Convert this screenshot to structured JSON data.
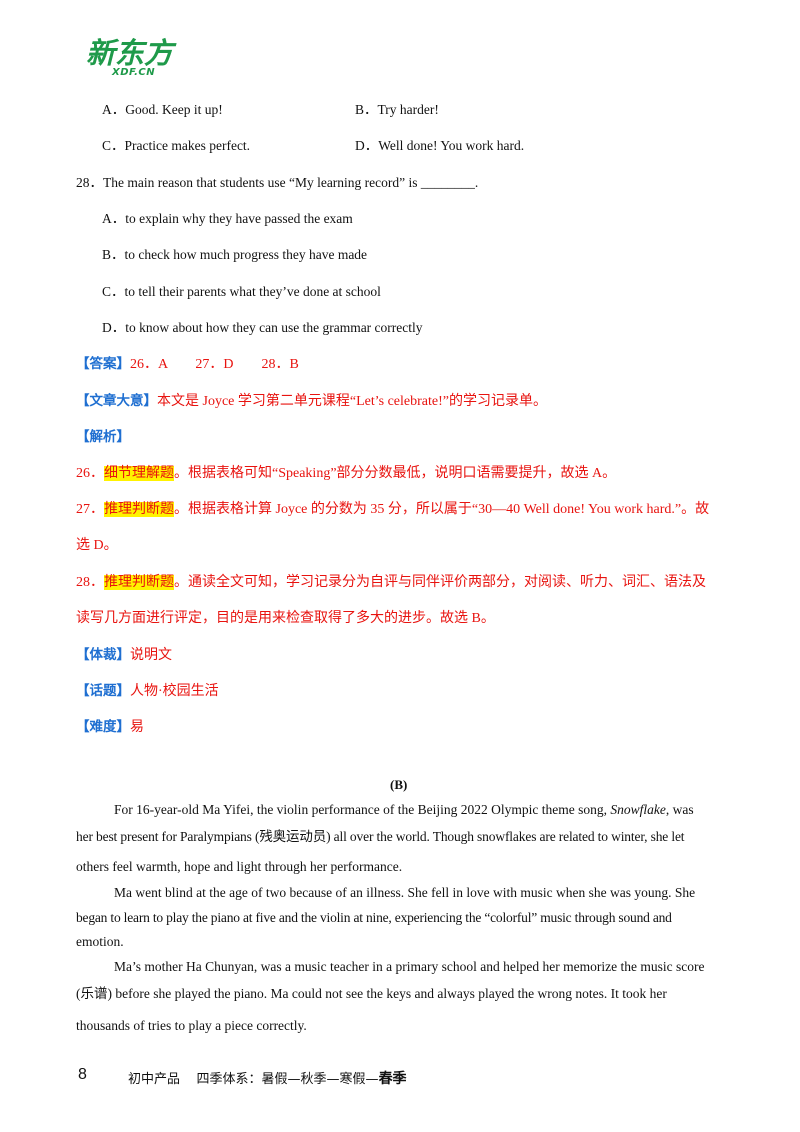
{
  "logo": {
    "main": "新东方",
    "sub": "XDF.CN"
  },
  "q27_options": {
    "a": "A．Good. Keep it up!",
    "b": "B．Try harder!",
    "c": "C．Practice makes perfect.",
    "d": "D．Well done! You work hard."
  },
  "q28": {
    "stem": "28．The main reason that students use “My learning record” is ________.",
    "a": "A．to explain why they have passed the exam",
    "b": "B．to check how much progress they have made",
    "c": "C．to tell their parents what they’ve done at school",
    "d": "D．to know about how they can use the grammar correctly"
  },
  "answer": {
    "tag": "【答案】",
    "text": "26．A　　27．D　　28．B"
  },
  "summary": {
    "tag": "【文章大意】",
    "text": "本文是 Joyce 学习第二单元课程“Let’s celebrate!”的学习记录单。"
  },
  "analysis": {
    "tag": "【解析】"
  },
  "exp26": {
    "num": "26．",
    "type": "细节理解题",
    "text": "。根据表格可知“Speaking”部分分数最低，说明口语需要提升，故选 A。"
  },
  "exp27": {
    "num": "27．",
    "type": "推理判断题",
    "text1": "。根据表格计算 Joyce 的分数为 35 分，所以属于“30—40 Well done! You work hard.”。故",
    "text2": "选 D。"
  },
  "exp28": {
    "num": "28．",
    "type": "推理判断题",
    "text1": "。通读全文可知，学习记录分为自评与同伴评价两部分，对阅读、听力、词汇、语法及",
    "text2": "读写几方面进行评定，目的是用来检查取得了多大的进步。故选 B。"
  },
  "genre": {
    "tag": "【体裁】",
    "text": "说明文"
  },
  "topic": {
    "tag": "【话题】",
    "text": "人物·校园生活"
  },
  "difficulty": {
    "tag": "【难度】",
    "text": "易"
  },
  "passage": {
    "heading": "(B)",
    "p1_a": "For 16-year-old Ma Yifei, the violin performance of the Beijing 2022 Olympic theme song, ",
    "p1_italic": "Snowflake",
    "p1_b": ", was",
    "p1_line2": "her best present for Paralympians (残奥运动员) all over the world. Though snowflakes are related to winter, she let",
    "p1_line3": "others feel warmth, hope and light through her performance.",
    "p2_line1": "Ma went blind at the age of two because of an illness. She fell in love with music when she was young. She",
    "p2_line2": "began to learn to play the piano at five and the violin at nine, experiencing the “colorful” music through sound and",
    "p2_line3": "emotion.",
    "p3_line1": "Ma’s mother Ha Chunyan, was a music teacher in a primary school and helped her memorize the music score",
    "p3_line2": "(乐谱) before she played the piano. Ma could not see the keys and always played the wrong notes. It took her",
    "p3_line3": "thousands of tries to play a piece correctly."
  },
  "footer": {
    "page": "8",
    "product": "初中产品",
    "system": "四季体系：暑假—秋季—寒假—",
    "season": "春季"
  }
}
